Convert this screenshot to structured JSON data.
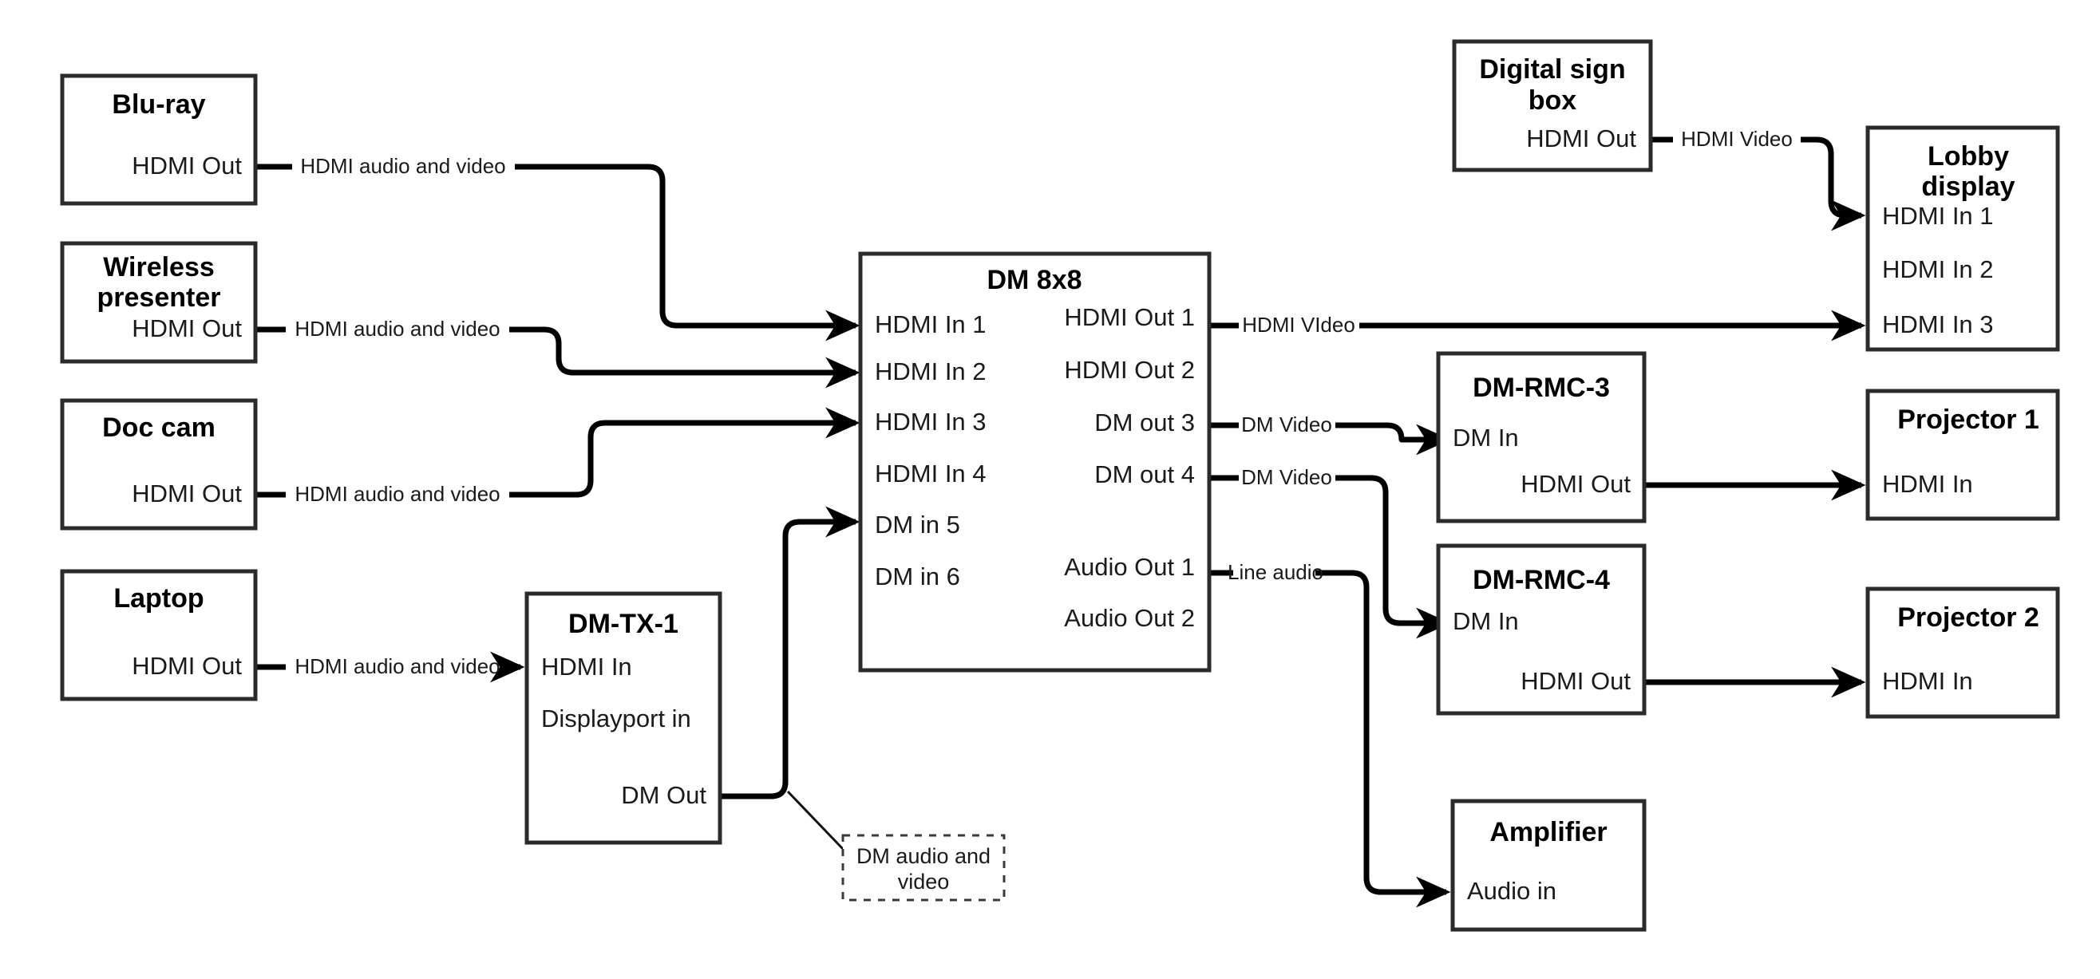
{
  "diagram": {
    "title": "AV signal flow — DM 8x8 switcher system",
    "accent_color": "#000000",
    "box_stroke_color": "#2b2b2b",
    "background_color": "#ffffff"
  },
  "devices": {
    "blu_ray": {
      "title": "Blu-ray",
      "ports": {
        "hdmi_out": "HDMI Out"
      }
    },
    "wireless_presenter": {
      "title": "Wireless presenter",
      "title_line1": "Wireless",
      "title_line2": "presenter",
      "ports": {
        "hdmi_out": "HDMI Out"
      }
    },
    "doc_cam": {
      "title": "Doc cam",
      "ports": {
        "hdmi_out": "HDMI Out"
      }
    },
    "laptop": {
      "title": "Laptop",
      "ports": {
        "hdmi_out": "HDMI Out"
      }
    },
    "dm_tx_1": {
      "title": "DM-TX-1",
      "ports": {
        "hdmi_in": "HDMI In",
        "displayport_in": "Displayport in",
        "dm_out": "DM Out"
      }
    },
    "dm_8x8": {
      "title": "DM 8x8",
      "inputs": [
        "HDMI In 1",
        "HDMI In 2",
        "HDMI In 3",
        "HDMI In 4",
        "DM in 5",
        "DM in 6"
      ],
      "outputs": [
        "HDMI Out 1",
        "HDMI Out 2",
        "DM out 3",
        "DM out 4",
        "Audio Out 1",
        "Audio Out 2"
      ]
    },
    "digital_sign_box": {
      "title": "Digital sign box",
      "title_line1": "Digital sign",
      "title_line2": "box",
      "ports": {
        "hdmi_out": "HDMI Out"
      }
    },
    "lobby_display": {
      "title": "Lobby display",
      "title_line1": "Lobby",
      "title_line2": "display",
      "inputs": [
        "HDMI In 1",
        "HDMI In 2",
        "HDMI In 3"
      ]
    },
    "dm_rmc_3": {
      "title": "DM-RMC-3",
      "ports": {
        "dm_in": "DM In",
        "hdmi_out": "HDMI Out"
      }
    },
    "dm_rmc_4": {
      "title": "DM-RMC-4",
      "ports": {
        "dm_in": "DM In",
        "hdmi_out": "HDMI Out"
      }
    },
    "projector_1": {
      "title": "Projector 1",
      "ports": {
        "hdmi_in": "HDMI In"
      }
    },
    "projector_2": {
      "title": "Projector 2",
      "ports": {
        "hdmi_in": "HDMI In"
      }
    },
    "amplifier": {
      "title": "Amplifier",
      "ports": {
        "audio_in": "Audio in"
      }
    }
  },
  "connections": {
    "bluray_to_dm_in1": "HDMI audio and video",
    "wireless_to_dm_in2": "HDMI audio and video",
    "doccam_to_dm_in3": "HDMI audio and video",
    "laptop_to_dmtx": "HDMI audio and video",
    "sign_to_lobby_in1": "HDMI Video",
    "dm_out1_to_lobby_in3": "HDMI VIdeo",
    "dm_out3_to_rmc3": "DM Video",
    "dm_out4_to_rmc4": "DM Video",
    "audio_out1_to_amp": "Line audio"
  },
  "callout": {
    "text": "DM audio and video",
    "line1": "DM audio and",
    "line2": "video"
  }
}
